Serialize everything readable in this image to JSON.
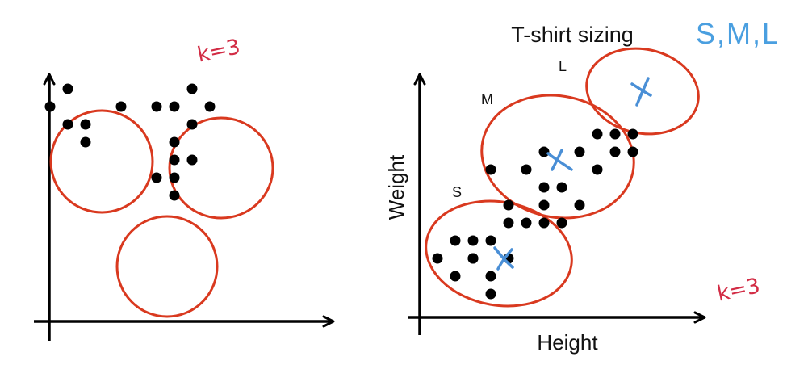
{
  "left_panel": {
    "annotation": "k=3",
    "clusters": [
      {
        "points": [
          [
            -1,
            2
          ],
          [
            -3,
            4
          ],
          [
            -2,
            5
          ],
          [
            -1,
            3
          ],
          [
            1,
            4
          ],
          [
            -2,
            3
          ]
        ]
      },
      {
        "points": [
          [
            3,
            4
          ],
          [
            4,
            4
          ],
          [
            5,
            5
          ],
          [
            5,
            3
          ],
          [
            6,
            4
          ]
        ]
      },
      {
        "points": [
          [
            4,
            2
          ],
          [
            4,
            1
          ],
          [
            5,
            1
          ],
          [
            3,
            0
          ],
          [
            4,
            0
          ],
          [
            4,
            -1
          ]
        ]
      }
    ]
  },
  "right_panel": {
    "title": "T-shirt sizing",
    "xlabel": "Height",
    "ylabel": "Weight",
    "annotation": "k=3",
    "corner_note": "S,M,L",
    "clusters": [
      {
        "label": "S",
        "points": [
          [
            0,
            1
          ],
          [
            1,
            2
          ],
          [
            2,
            2
          ],
          [
            3,
            2
          ],
          [
            4,
            1
          ],
          [
            2,
            1
          ],
          [
            3,
            0
          ],
          [
            1,
            0
          ],
          [
            3,
            -1
          ],
          [
            2,
            1
          ]
        ]
      },
      {
        "label": "M",
        "points": [
          [
            3,
            6
          ],
          [
            5,
            6
          ],
          [
            6,
            7
          ],
          [
            6,
            5
          ],
          [
            7,
            5
          ],
          [
            8,
            4
          ],
          [
            4,
            4
          ],
          [
            6,
            4
          ],
          [
            4,
            3
          ],
          [
            6,
            3
          ],
          [
            7,
            3
          ],
          [
            5,
            3
          ]
        ]
      },
      {
        "label": "L",
        "points": [
          [
            8,
            7
          ],
          [
            9,
            8
          ],
          [
            10,
            8
          ],
          [
            11,
            8
          ],
          [
            10,
            7
          ],
          [
            11,
            7
          ],
          [
            9,
            6
          ]
        ]
      }
    ],
    "centroid_color": "#4a8fd6"
  },
  "colors": {
    "cluster_outline": "#d9391f",
    "points": "#000000",
    "annotation": "#d22c45",
    "note": "#4a9fe0"
  }
}
